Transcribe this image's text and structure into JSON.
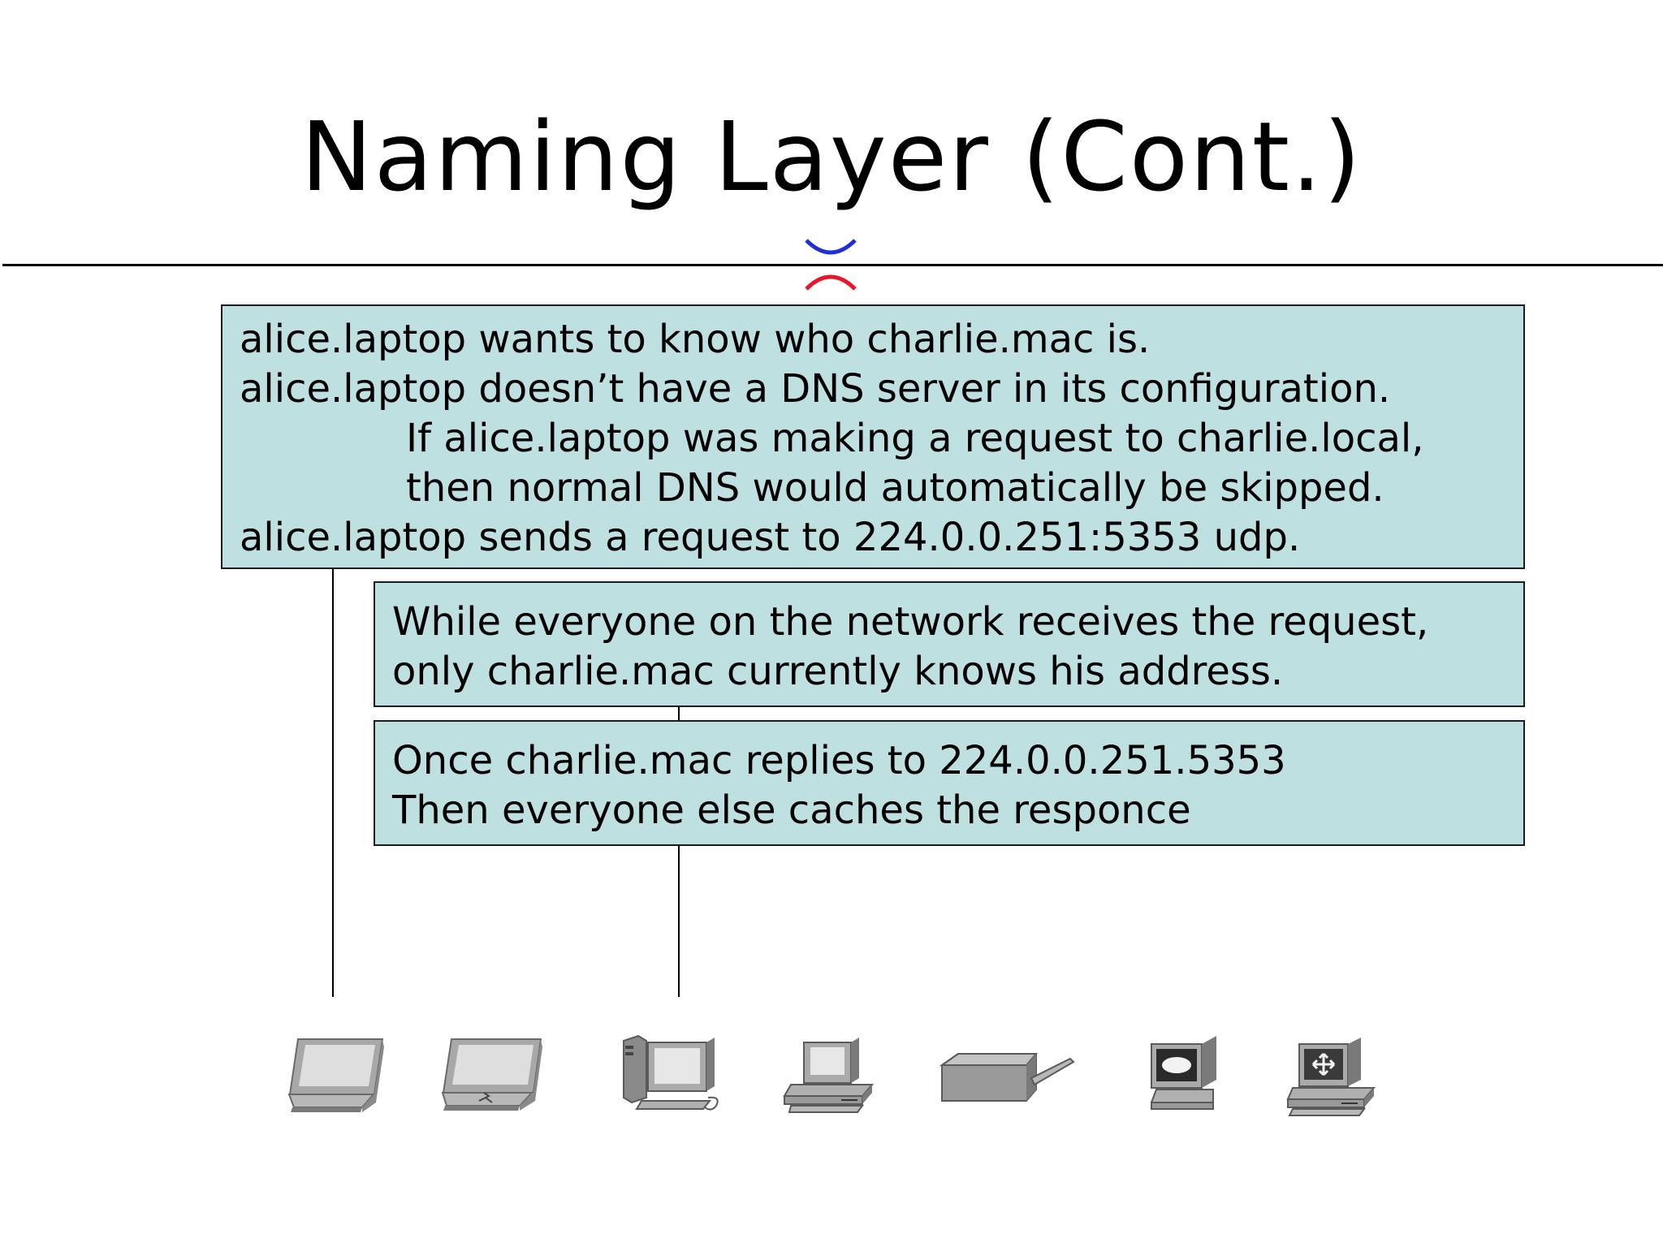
{
  "slide": {
    "title": "Naming Layer (Cont.)"
  },
  "callouts": {
    "box1": {
      "lines": [
        "alice.laptop wants to know who charlie.mac is.",
        "alice.laptop doesn’t have a DNS server in its configuration.",
        "If alice.laptop was making a request to charlie.local,",
        "then normal DNS would automatically be skipped.",
        "alice.laptop sends a request to 224.0.0.251:5353 udp."
      ]
    },
    "box2": {
      "lines": [
        "While everyone on the network receives the request,",
        "only charlie.mac currently knows his address."
      ]
    },
    "box3": {
      "lines": [
        "Once charlie.mac replies to 224.0.0.251.5353",
        "Then everyone else caches the responce"
      ]
    }
  },
  "devices": [
    {
      "icon": "laptop-icon"
    },
    {
      "icon": "wireless-laptop-icon"
    },
    {
      "icon": "server-workstation-icon"
    },
    {
      "icon": "desktop-pc-icon"
    },
    {
      "icon": "printer-icon"
    },
    {
      "icon": "cloud-terminal-icon"
    },
    {
      "icon": "router-workstation-icon"
    }
  ],
  "colors": {
    "callout_fill": "#bfe0e1",
    "callout_border": "#1c1c1c",
    "crossover_red": "#e8162a",
    "crossover_blue": "#1f2fd6",
    "device_gray": "#9a9a9a"
  }
}
